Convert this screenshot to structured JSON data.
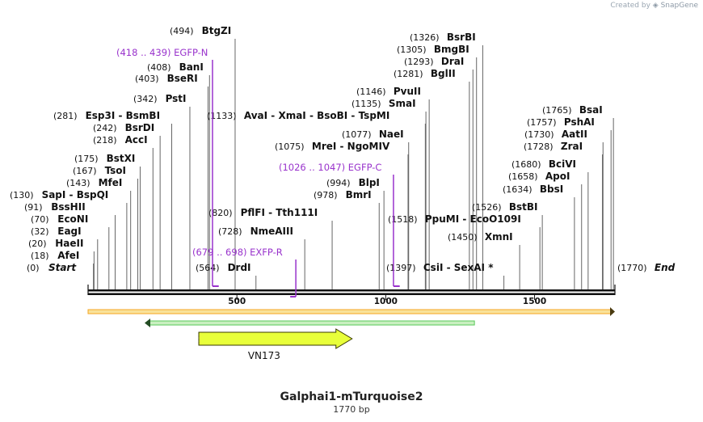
{
  "credit": {
    "prefix": "Created by",
    "brand": "SnapGene"
  },
  "title": "Galphai1-mTurquoise2",
  "subtitle": "1770 bp",
  "sequence_length": 1770,
  "ticks": [
    {
      "pos": 500,
      "label": "500"
    },
    {
      "pos": 1000,
      "label": "1000"
    },
    {
      "pos": 1500,
      "label": "1500"
    }
  ],
  "enzymes": [
    {
      "name": "Start",
      "pos": 0,
      "label": "(0)",
      "italic": true
    },
    {
      "name": "AfeI",
      "pos": 18,
      "label": "(18)"
    },
    {
      "name": "HaeII",
      "pos": 20,
      "label": "(20)"
    },
    {
      "name": "EagI",
      "pos": 32,
      "label": "(32)"
    },
    {
      "name": "EcoNI",
      "pos": 70,
      "label": "(70)"
    },
    {
      "name": "BssHII",
      "pos": 91,
      "label": "(91)"
    },
    {
      "name": "SapI  - BspQI",
      "pos": 130,
      "label": "(130)"
    },
    {
      "name": "MfeI",
      "pos": 143,
      "label": "(143)"
    },
    {
      "name": "TsoI",
      "pos": 167,
      "label": "(167)"
    },
    {
      "name": "BstXI",
      "pos": 175,
      "label": "(175)"
    },
    {
      "name": "AccI",
      "pos": 218,
      "label": "(218)"
    },
    {
      "name": "BsrDI",
      "pos": 242,
      "label": "(242)"
    },
    {
      "name": "Esp3I  - BsmBI",
      "pos": 281,
      "label": "(281)"
    },
    {
      "name": "PstI",
      "pos": 342,
      "label": "(342)"
    },
    {
      "name": "BseRI",
      "pos": 403,
      "label": "(403)"
    },
    {
      "name": "BanI",
      "pos": 408,
      "label": "(408)"
    },
    {
      "name": "BtgZI",
      "pos": 494,
      "label": "(494)"
    },
    {
      "name": "DrdI",
      "pos": 564,
      "label": "(564)"
    },
    {
      "name": "NmeAIII",
      "pos": 728,
      "label": "(728)"
    },
    {
      "name": "PflFI  - Tth111I",
      "pos": 820,
      "label": "(820)"
    },
    {
      "name": "AvaI  - XmaI  - BsoBI  - TspMI",
      "pos": 1133,
      "label": "(1133)"
    },
    {
      "name": "BmrI",
      "pos": 978,
      "label": "(978)"
    },
    {
      "name": "BlpI",
      "pos": 994,
      "label": "(994)"
    },
    {
      "name": "MreI  - NgoMIV",
      "pos": 1075,
      "label": "(1075)"
    },
    {
      "name": "NaeI",
      "pos": 1077,
      "label": "(1077)"
    },
    {
      "name": "SmaI",
      "pos": 1135,
      "label": "(1135)"
    },
    {
      "name": "PvuII",
      "pos": 1146,
      "label": "(1146)"
    },
    {
      "name": "BglII",
      "pos": 1281,
      "label": "(1281)"
    },
    {
      "name": "DraI",
      "pos": 1293,
      "label": "(1293)"
    },
    {
      "name": "BmgBI",
      "pos": 1305,
      "label": "(1305)"
    },
    {
      "name": "BsrBI",
      "pos": 1326,
      "label": "(1326)"
    },
    {
      "name": "CsiI  - SexAI *",
      "pos": 1397,
      "label": "(1397)"
    },
    {
      "name": "XmnI",
      "pos": 1450,
      "label": "(1450)"
    },
    {
      "name": "PpuMI  - EcoO109I",
      "pos": 1518,
      "label": "(1518)"
    },
    {
      "name": "BstBI",
      "pos": 1526,
      "label": "(1526)"
    },
    {
      "name": "BbsI",
      "pos": 1634,
      "label": "(1634)"
    },
    {
      "name": "ApoI",
      "pos": 1658,
      "label": "(1658)"
    },
    {
      "name": "BciVI",
      "pos": 1680,
      "label": "(1680)"
    },
    {
      "name": "ZraI",
      "pos": 1728,
      "label": "(1728)"
    },
    {
      "name": "AatII",
      "pos": 1730,
      "label": "(1730)"
    },
    {
      "name": "PshAI",
      "pos": 1757,
      "label": "(1757)"
    },
    {
      "name": "BsaI",
      "pos": 1765,
      "label": "(1765)"
    },
    {
      "name": "End",
      "pos": 1770,
      "label": "(1770)",
      "italic": true
    }
  ],
  "primers": [
    {
      "name": "EGFP-N",
      "range": "(418 .. 439)",
      "start": 418,
      "end": 439,
      "strand": "forward"
    },
    {
      "name": "EXFP-R",
      "range": "(679 .. 698)",
      "start": 679,
      "end": 698,
      "strand": "reverse"
    },
    {
      "name": "EGFP-C",
      "range": "(1026 .. 1047)",
      "start": 1026,
      "end": 1047,
      "strand": "forward"
    }
  ],
  "features": [
    {
      "name": "",
      "start": 0,
      "end": 1770,
      "color": "#f5a623",
      "kind": "full-span"
    },
    {
      "name": "",
      "start": 190,
      "end": 1298,
      "color": "#58c85a",
      "kind": "reverse-arrow"
    },
    {
      "name": "VN173",
      "start": 372,
      "end": 887,
      "color": "#e8ff3a",
      "kind": "forward-arrow"
    }
  ],
  "colors": {
    "primer": "#9933cc",
    "line": "#666666",
    "backbone": "#111111"
  }
}
